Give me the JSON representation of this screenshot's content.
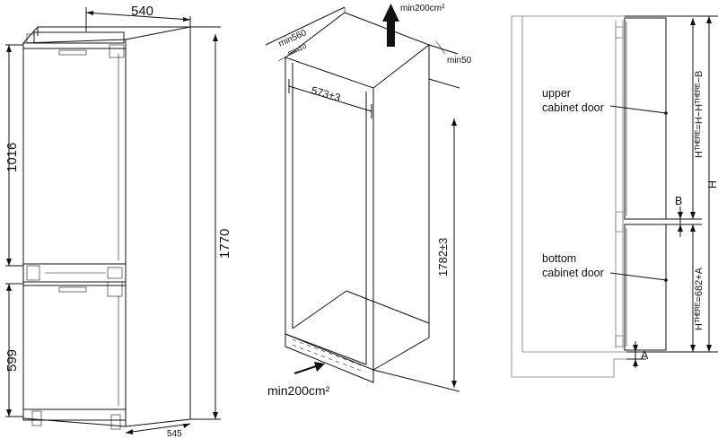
{
  "left_view": {
    "width_top": "540",
    "depth_bottom": "545",
    "total_height": "1770",
    "upper_door": "1016",
    "lower_door": "599"
  },
  "middle_view": {
    "min_depth": "min560",
    "min_gap": "min10",
    "min_top": "min50",
    "vent_top": "min200cm²",
    "inner_width": "573±3",
    "niche_height": "1782±3",
    "vent_bottom": "min200cm²"
  },
  "right_view": {
    "upper_label_line1": "upper",
    "upper_label_line2": "cabinet door",
    "bottom_label_line1": "bottom",
    "bottom_label_line2": "cabinet door",
    "formula_upper": "Hᵀᴴᴱᴿᴱ=H−Hᵀᴴᴱᴿᴱ−B",
    "formula_lower": "Hᵀᴴᴱᴿᴱ=682+A",
    "label_b": "B",
    "label_h": "H",
    "label_a": "A"
  }
}
